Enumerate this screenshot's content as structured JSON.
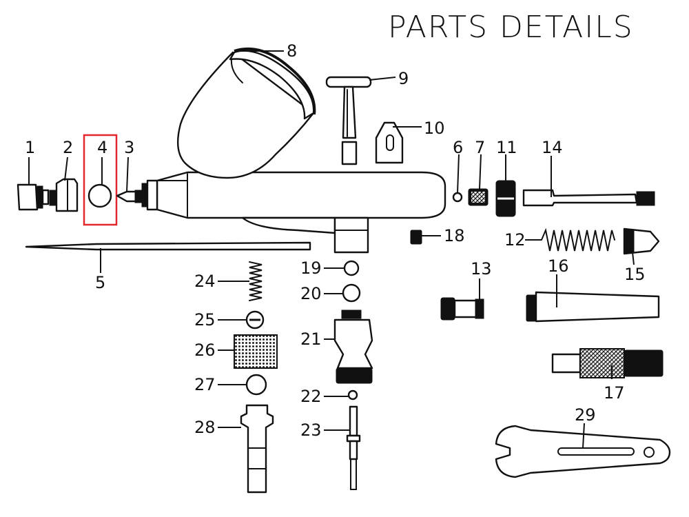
{
  "title": "PARTS DETAILS",
  "highlight_color": "#e3262e",
  "callouts": [
    "1",
    "2",
    "4",
    "3",
    "8",
    "9",
    "10",
    "6",
    "7",
    "11",
    "14",
    "12",
    "15",
    "18",
    "5",
    "13",
    "16",
    "24",
    "25",
    "26",
    "27",
    "28",
    "19",
    "20",
    "21",
    "22",
    "23",
    "17",
    "29"
  ],
  "highlighted_part": "4"
}
